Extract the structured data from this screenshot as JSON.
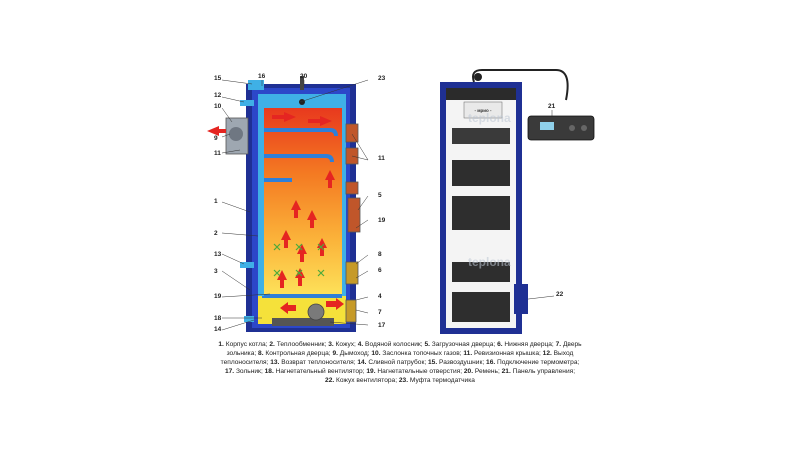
{
  "diagram": {
    "callouts": [
      "15",
      "16",
      "20",
      "23",
      "12",
      "10",
      "9",
      "11",
      "11",
      "5",
      "19",
      "1",
      "2",
      "13",
      "3",
      "19",
      "8",
      "6",
      "4",
      "18",
      "7",
      "14",
      "17",
      "21",
      "22"
    ],
    "watermark": "teplona",
    "badge": "- мрио -"
  },
  "legend": {
    "lines": [
      [
        {
          "n": "1.",
          "t": " Корпус котла; "
        },
        {
          "n": "2.",
          "t": " Теплообменник; "
        },
        {
          "n": "3.",
          "t": " Кожух; "
        },
        {
          "n": "4.",
          "t": " Водяной колосник; "
        },
        {
          "n": "5.",
          "t": " Загрузочная дверца; "
        },
        {
          "n": "6.",
          "t": " Нижняя дверца; "
        },
        {
          "n": "7.",
          "t": " Дверь"
        }
      ],
      [
        {
          "n": "",
          "t": "зольника; "
        },
        {
          "n": "8.",
          "t": " Контрольная дверца; "
        },
        {
          "n": "9.",
          "t": " Дымоход; "
        },
        {
          "n": "10.",
          "t": " Заслонка топочных газов; "
        },
        {
          "n": "11.",
          "t": " Ревизионная крышка; "
        },
        {
          "n": "12.",
          "t": " Выход"
        }
      ],
      [
        {
          "n": "",
          "t": "теплоносителя; "
        },
        {
          "n": "13.",
          "t": " Возврат теплоносителя; "
        },
        {
          "n": "14.",
          "t": " Сливной патрубок; "
        },
        {
          "n": "15.",
          "t": " Развоздушник; "
        },
        {
          "n": "16.",
          "t": " Подключение термометра;"
        }
      ],
      [
        {
          "n": "17.",
          "t": " Зольник; "
        },
        {
          "n": "18.",
          "t": " Нагнетательный вентилятор; "
        },
        {
          "n": "19.",
          "t": " Нагнетательные отверстия; "
        },
        {
          "n": "20.",
          "t": " Ремень; "
        },
        {
          "n": "21.",
          "t": " Панель управления;"
        }
      ],
      [
        {
          "n": "22.",
          "t": " Кожух вентилятора; "
        },
        {
          "n": "23.",
          "t": " Муфта термодатчика"
        }
      ]
    ]
  }
}
